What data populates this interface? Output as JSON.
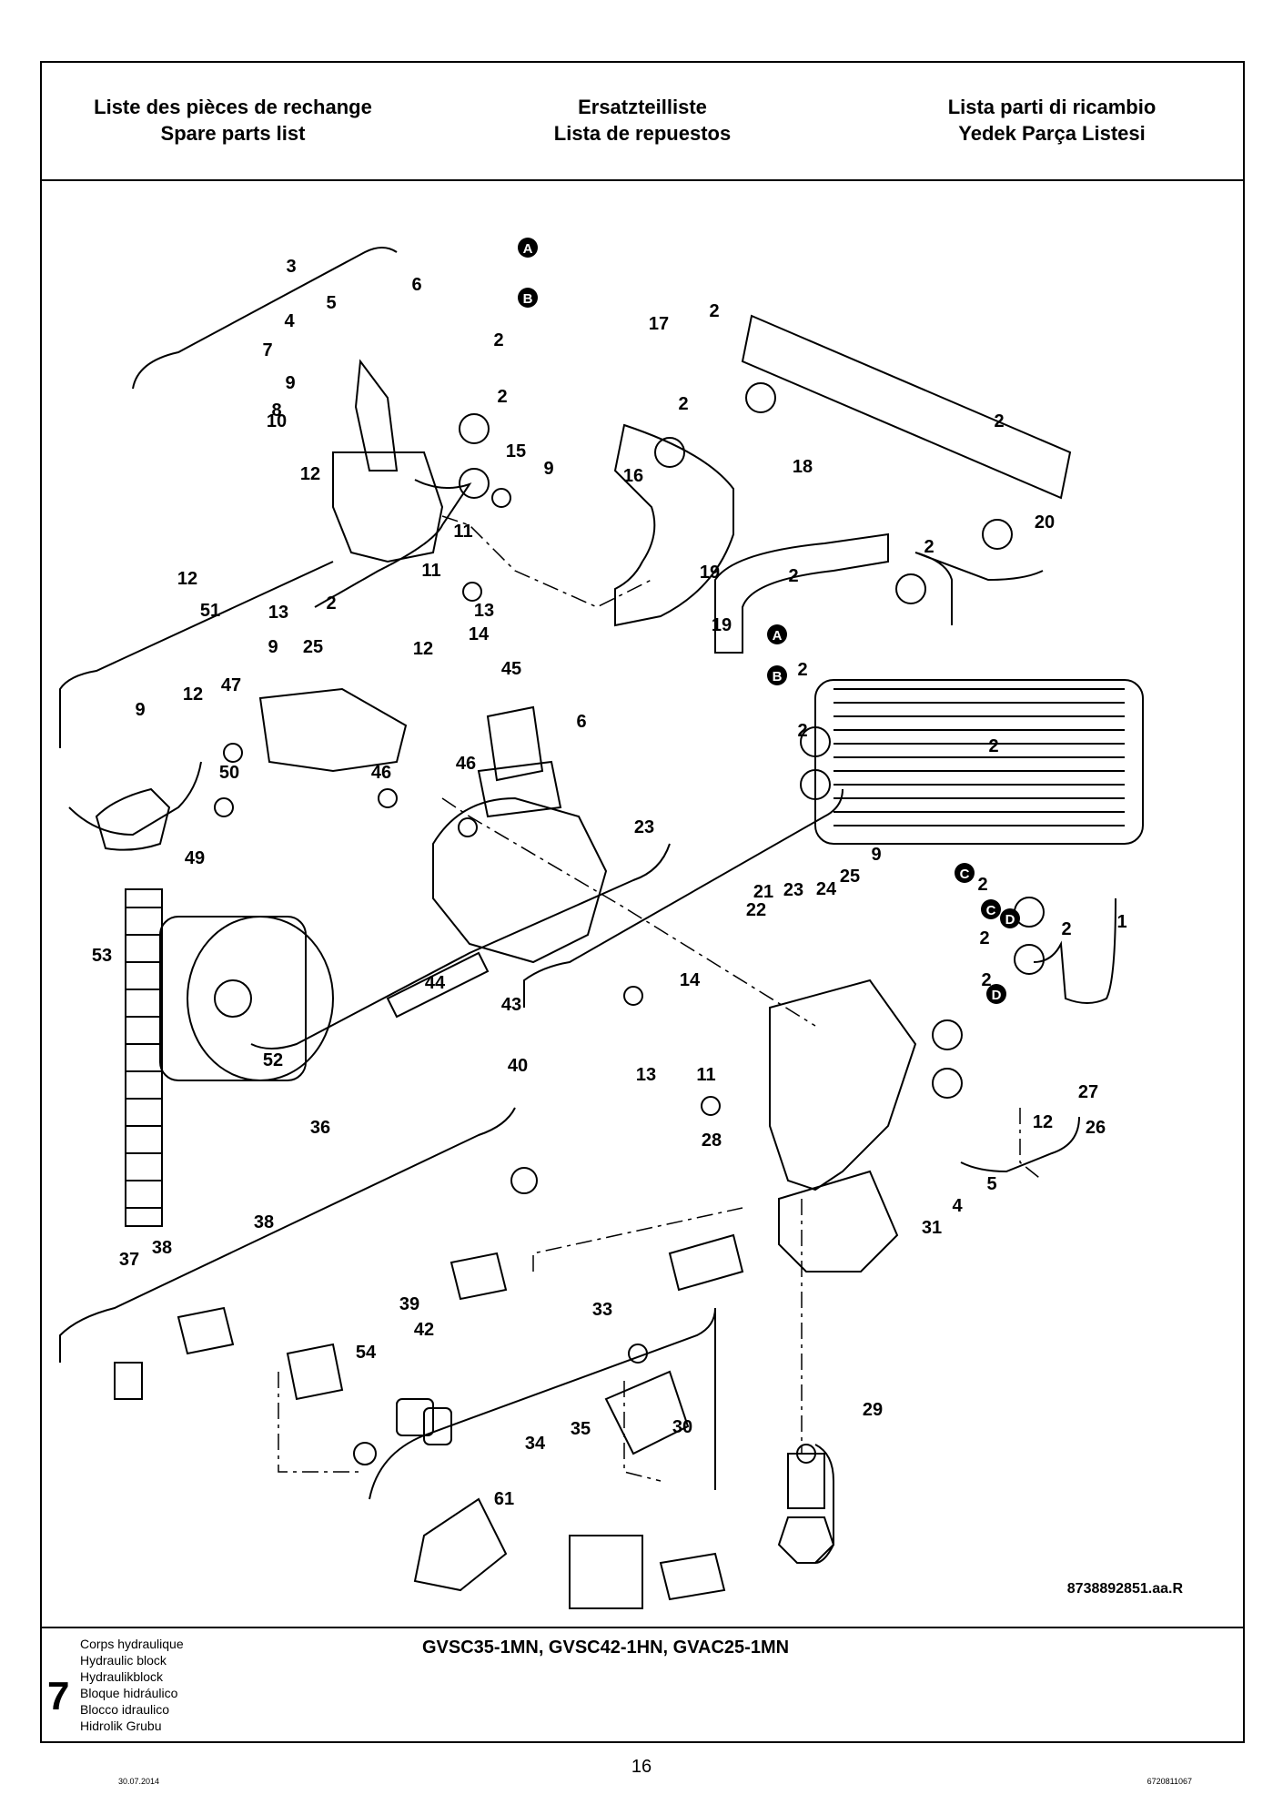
{
  "header": {
    "col1": [
      "Liste des pièces de rechange",
      "Spare parts list"
    ],
    "col2": [
      "Ersatzteilliste",
      "Lista de repuestos"
    ],
    "col3": [
      "Lista parti di ricambio",
      "Yedek Parça Listesi"
    ]
  },
  "diagram": {
    "reference": "8738892851.aa.R",
    "labels": [
      "3",
      "4",
      "5",
      "6",
      "7",
      "8",
      "9",
      "10",
      "12",
      "12",
      "13",
      "2",
      "2",
      "2",
      "15",
      "9",
      "16",
      "11",
      "11",
      "14",
      "13",
      "17",
      "2",
      "2",
      "18",
      "2",
      "2",
      "20",
      "19",
      "19",
      "51",
      "9",
      "25",
      "12",
      "47",
      "12",
      "9",
      "45",
      "6",
      "46",
      "46",
      "50",
      "49",
      "53",
      "52",
      "44",
      "43",
      "23",
      "21",
      "25",
      "9",
      "24",
      "23",
      "22",
      "14",
      "11",
      "13",
      "1",
      "2",
      "2",
      "2",
      "2",
      "2",
      "2",
      "2",
      "2",
      "12",
      "27",
      "26",
      "40",
      "36",
      "28",
      "5",
      "4",
      "31",
      "38",
      "38",
      "37",
      "39",
      "42",
      "54",
      "33",
      "35",
      "34",
      "30",
      "29",
      "61"
    ],
    "markers": [
      "A",
      "B",
      "A",
      "B",
      "C",
      "D",
      "C",
      "D"
    ]
  },
  "footer": {
    "chapter": "7",
    "languages": [
      "Corps hydraulique",
      "Hydraulic block",
      "Hydraulikblock",
      "Bloque hidráulico",
      "Blocco idraulico",
      "Hidrolik Grubu"
    ],
    "models": "GVSC35-1MN, GVSC42-1HN, GVAC25-1MN"
  },
  "page": {
    "number": "16",
    "date": "30.07.2014",
    "doc_id": "6720811067"
  }
}
